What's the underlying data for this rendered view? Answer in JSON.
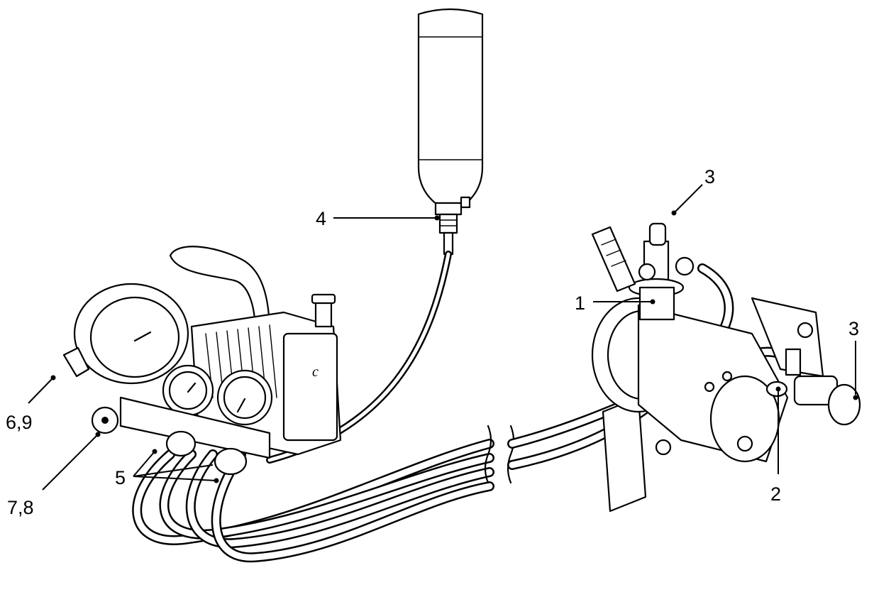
{
  "labels": {
    "l1": "1",
    "l2": "2",
    "l3a": "3",
    "l3b": "3",
    "l4": "4",
    "l5": "5",
    "l69": "6,9",
    "l78": "7,8"
  },
  "colors": {
    "ink": "#000000",
    "paper": "#ffffff"
  }
}
